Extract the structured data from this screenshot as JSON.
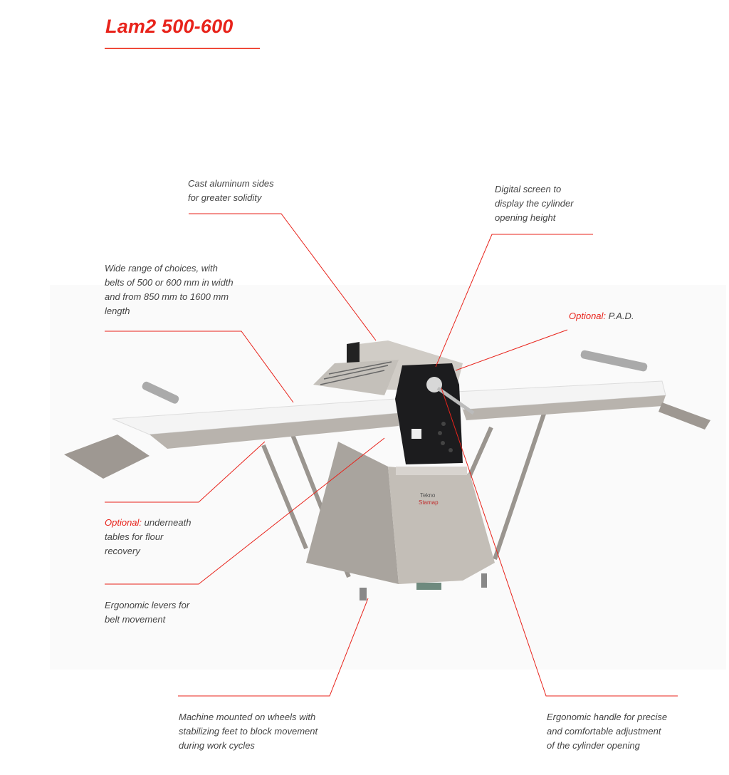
{
  "title": "Lam2 500-600",
  "machine_brand": [
    "Tekno",
    "Stamap"
  ],
  "callouts": {
    "sides": {
      "lines": [
        "Cast aluminum sides",
        "for greater solidity"
      ]
    },
    "screen": {
      "lines": [
        "Digital screen to",
        "display the cylinder",
        "opening height"
      ]
    },
    "belts": {
      "lines": [
        "Wide range of choices, with",
        "belts of 500 or 600 mm in width",
        "and from 850 mm to 1600 mm",
        "length"
      ]
    },
    "pad": {
      "optional": "Optional:",
      "text": "P.A.D."
    },
    "tables": {
      "optional": "Optional:",
      "text": "underneath",
      "lines": [
        "tables for flour",
        "recovery"
      ]
    },
    "levers": {
      "lines": [
        "Ergonomic levers for",
        "belt movement"
      ]
    },
    "wheels": {
      "lines": [
        "Machine mounted on wheels with",
        "stabilizing feet to block movement",
        "during work cycles"
      ]
    },
    "handle": {
      "lines": [
        "Ergonomic handle for precise",
        "and comfortable adjustment",
        "of the cylinder opening"
      ]
    }
  },
  "colors": {
    "accent": "#e8231b",
    "text": "#444444",
    "steel": "#b9b4ad",
    "body": "#1c1c1e"
  }
}
